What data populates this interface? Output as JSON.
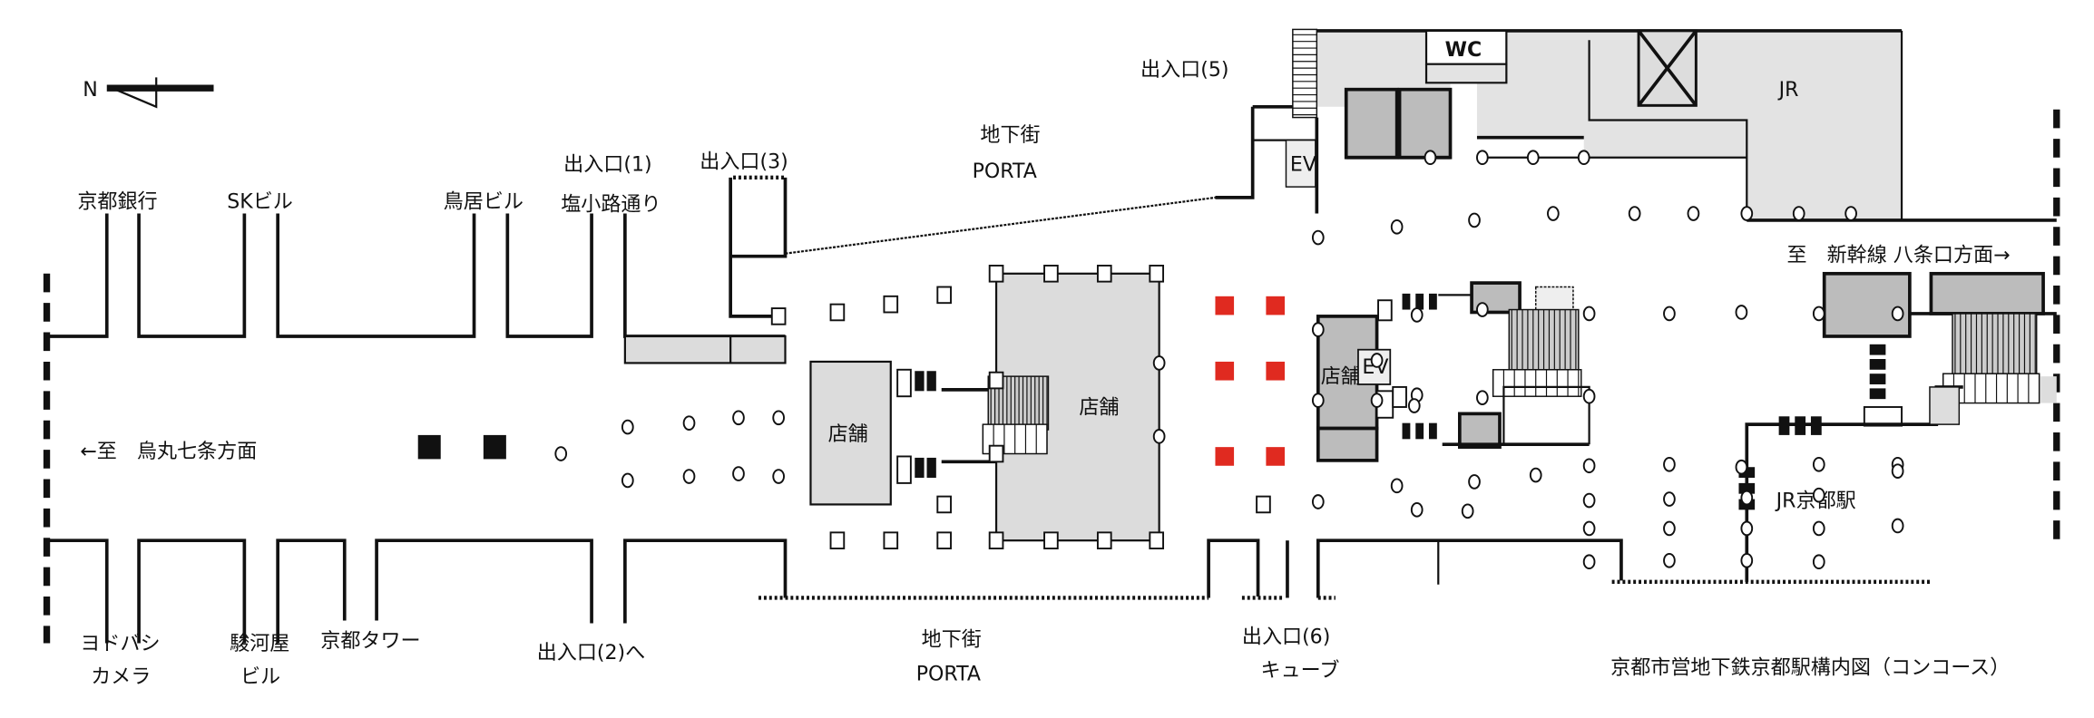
{
  "map": {
    "title": "京都市営地下鉄京都駅構内図（コンコース）",
    "north_label": "N",
    "top_labels": {
      "kyoto_bank": "京都銀行",
      "sk_building": "SKビル",
      "torii_building": "鳥居ビル",
      "exit1": "出入口(1)",
      "shiokoji": "塩小路通り",
      "exit3": "出入口(3)",
      "porta_top_1": "地下街",
      "porta_top_2": "PORTA",
      "exit5": "出入口(5)",
      "jr": "JR",
      "wc": "WC",
      "ev_top": "EV"
    },
    "bottom_labels": {
      "yodobashi_1": "ヨドバシ",
      "yodobashi_2": "カメラ",
      "surugaya_1": "駿河屋",
      "surugaya_2": "ビル",
      "kyoto_tower": "京都タワー",
      "exit2": "出入口(2)へ",
      "porta_bottom_1": "地下街",
      "porta_bottom_2": "PORTA",
      "exit6": "出入口(6)",
      "cube": "キューブ"
    },
    "inner_labels": {
      "to_karasuma": "←至　烏丸七条方面",
      "shop_left": "店舗",
      "shop_big": "店舗",
      "shop_center": "店舗",
      "ev_center": "EV",
      "to_shinkansen": "至　新幹線 八条口方面→",
      "jr_kyoto_station": "JR京都駅"
    },
    "colors": {
      "wall": "#111111",
      "shop_fill": "#dcdcdc",
      "facility_fill": "#bcbcbc",
      "ticket_gate_red": "#e02a20"
    }
  }
}
